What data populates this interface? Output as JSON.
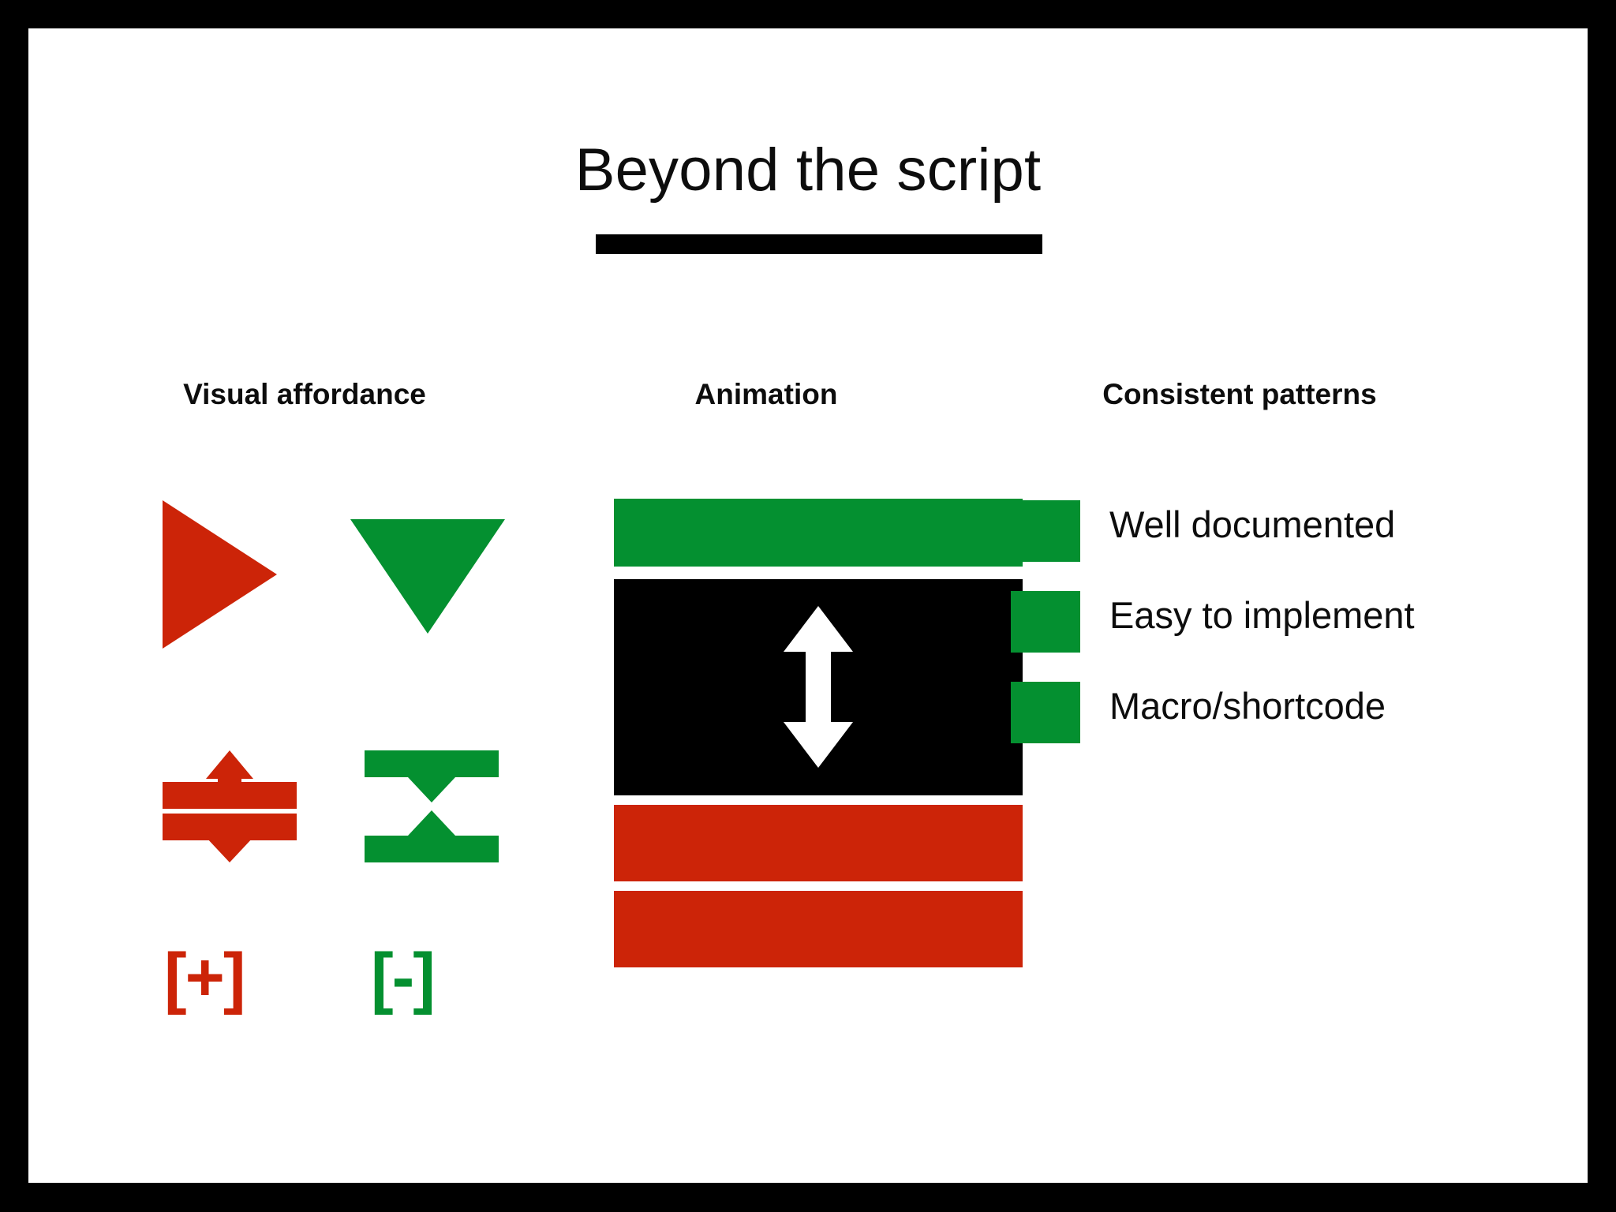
{
  "slide": {
    "title": "Beyond the script",
    "background_color": "#ffffff",
    "frame_color": "#000000"
  },
  "palette": {
    "red": "#CC2408",
    "green": "#049030",
    "black": "#000000",
    "white": "#ffffff",
    "text": "#0d0d0d"
  },
  "columns": {
    "visual_affordance": {
      "heading": "Visual affordance",
      "icons": [
        {
          "name": "play-triangle",
          "glyph": "▶",
          "color": "#CC2408",
          "meaning": "collapsed / expand"
        },
        {
          "name": "down-triangle",
          "glyph": "▼",
          "color": "#049030",
          "meaning": "expanded / collapse"
        },
        {
          "name": "expand-vertical",
          "glyph": "⇕",
          "color": "#CC2408",
          "meaning": "expand rows"
        },
        {
          "name": "collapse-vertical",
          "glyph": "⇳",
          "color": "#049030",
          "meaning": "collapse rows"
        },
        {
          "name": "bracket-plus",
          "glyph": "[+]",
          "color": "#CC2408",
          "meaning": "add / open"
        },
        {
          "name": "bracket-minus",
          "glyph": "[-]",
          "color": "#049030",
          "meaning": "remove / close"
        }
      ]
    },
    "animation": {
      "heading": "Animation",
      "bands": [
        {
          "name": "band-green",
          "color": "#049030"
        },
        {
          "name": "band-black",
          "color": "#000000"
        },
        {
          "name": "band-red-1",
          "color": "#CC2408"
        },
        {
          "name": "band-red-2",
          "color": "#CC2408"
        }
      ],
      "handle_icon": "double-headed-vertical-arrow",
      "handle_color": "#ffffff"
    },
    "consistent_patterns": {
      "heading": "Consistent patterns",
      "items": [
        {
          "label": "Well documented",
          "swatch_color": "#049030"
        },
        {
          "label": "Easy to implement",
          "swatch_color": "#049030"
        },
        {
          "label": "Macro/shortcode",
          "swatch_color": "#049030"
        }
      ]
    }
  }
}
